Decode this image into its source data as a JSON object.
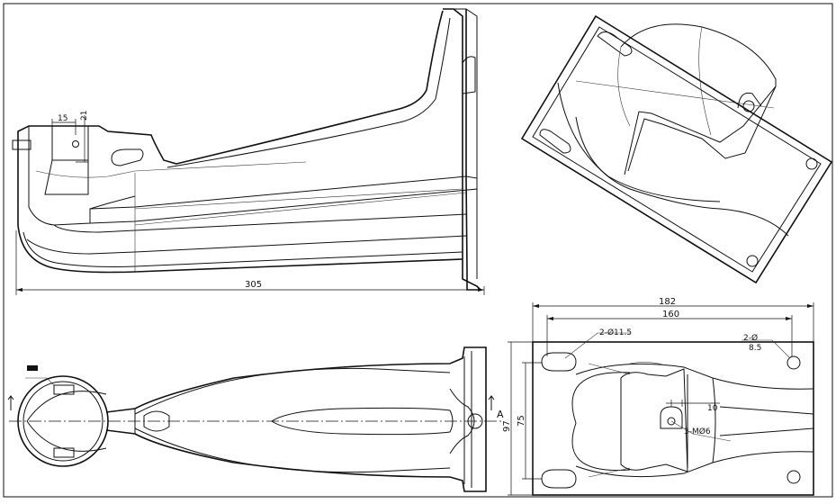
{
  "labels": {
    "overall_length": "305",
    "top_hole_offset": "15",
    "top_hole_height": "21",
    "plate_width": "182",
    "hole_spacing_x": "160",
    "plate_height": "97",
    "hole_spacing_y": "75",
    "slot_spec": "2-Ø11.5",
    "hole_spec_line1": "2-Ø",
    "hole_spec_line2": "8.5",
    "tab_width": "10",
    "thread_spec": "3-MØ6",
    "section_marker": "A"
  }
}
